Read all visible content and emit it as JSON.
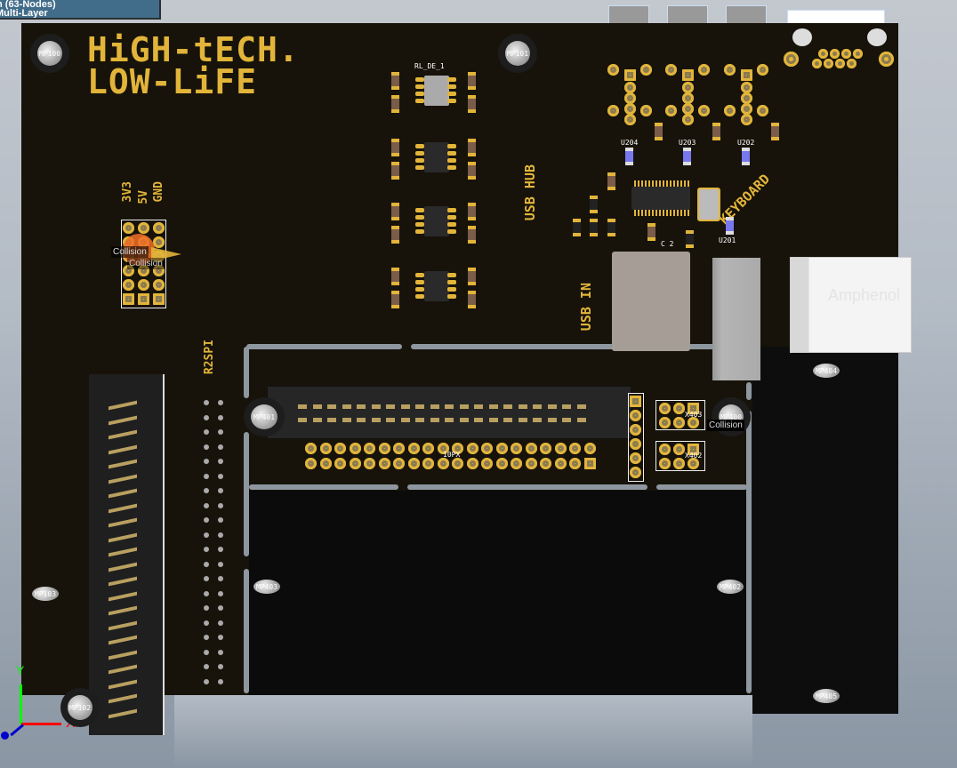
{
  "info_box": {
    "line1": "n (63-Nodes)",
    "line2": "Multi-Layer"
  },
  "silkscreen": {
    "title_line1": "HiGH-tECH.",
    "title_line2": "LOW-LiFE",
    "usb_hub": "USB HUB",
    "usb_in": "USB IN",
    "keyboard": "KEYBOARD",
    "r2spi": "R2SPI",
    "power_labels": [
      "3V3",
      "5V",
      "GND"
    ]
  },
  "mounting_holes": [
    "MP100",
    "MP101",
    "MP102",
    "MP103",
    "MP400",
    "MP401",
    "MP402",
    "MP403",
    "MP404",
    "MP405"
  ],
  "designators": {
    "u204": "U204",
    "u203": "U203",
    "u202": "U202",
    "u201": "U201",
    "x403": "X403",
    "x402": "X402",
    "header": "10PX",
    "ic_top": "RL_DE_1",
    "c2": "C 2"
  },
  "connector_brand": "Amphenol",
  "collision_labels": [
    "Collision",
    "Collision",
    "Collision"
  ],
  "axes": {
    "x": "X",
    "y": "Y"
  },
  "colors": {
    "board": "#17130a",
    "silkscreen": "#e2b53a",
    "info_box": "#426d8a"
  }
}
